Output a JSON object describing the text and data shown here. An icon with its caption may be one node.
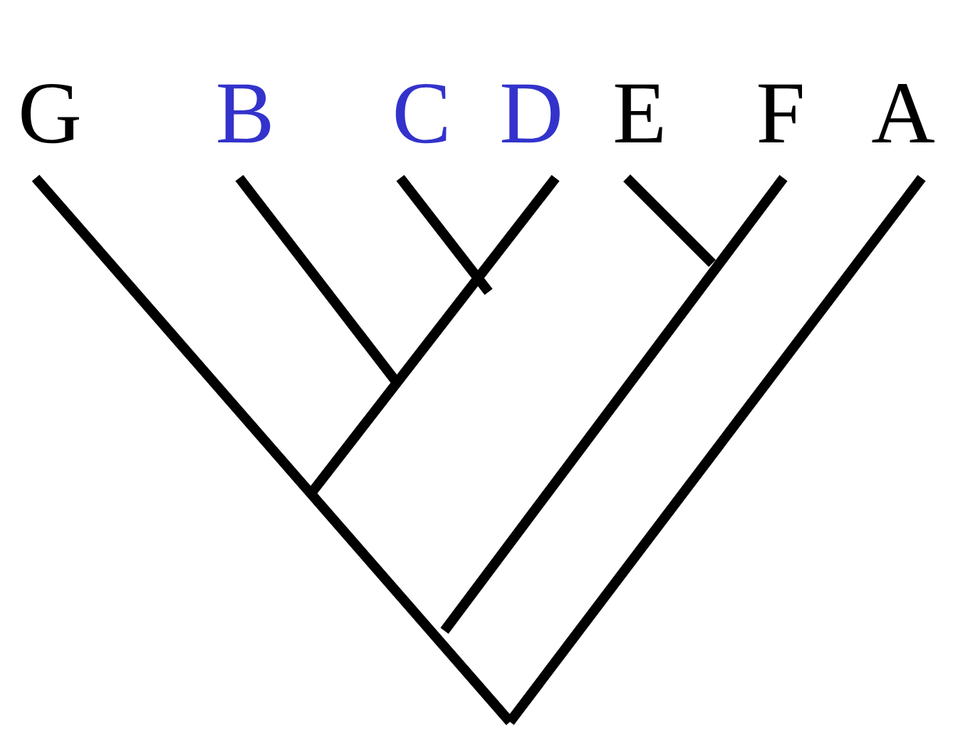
{
  "diagram": {
    "labels": [
      "G",
      "B",
      "C",
      "D",
      "E",
      "F",
      "A"
    ]
  }
}
